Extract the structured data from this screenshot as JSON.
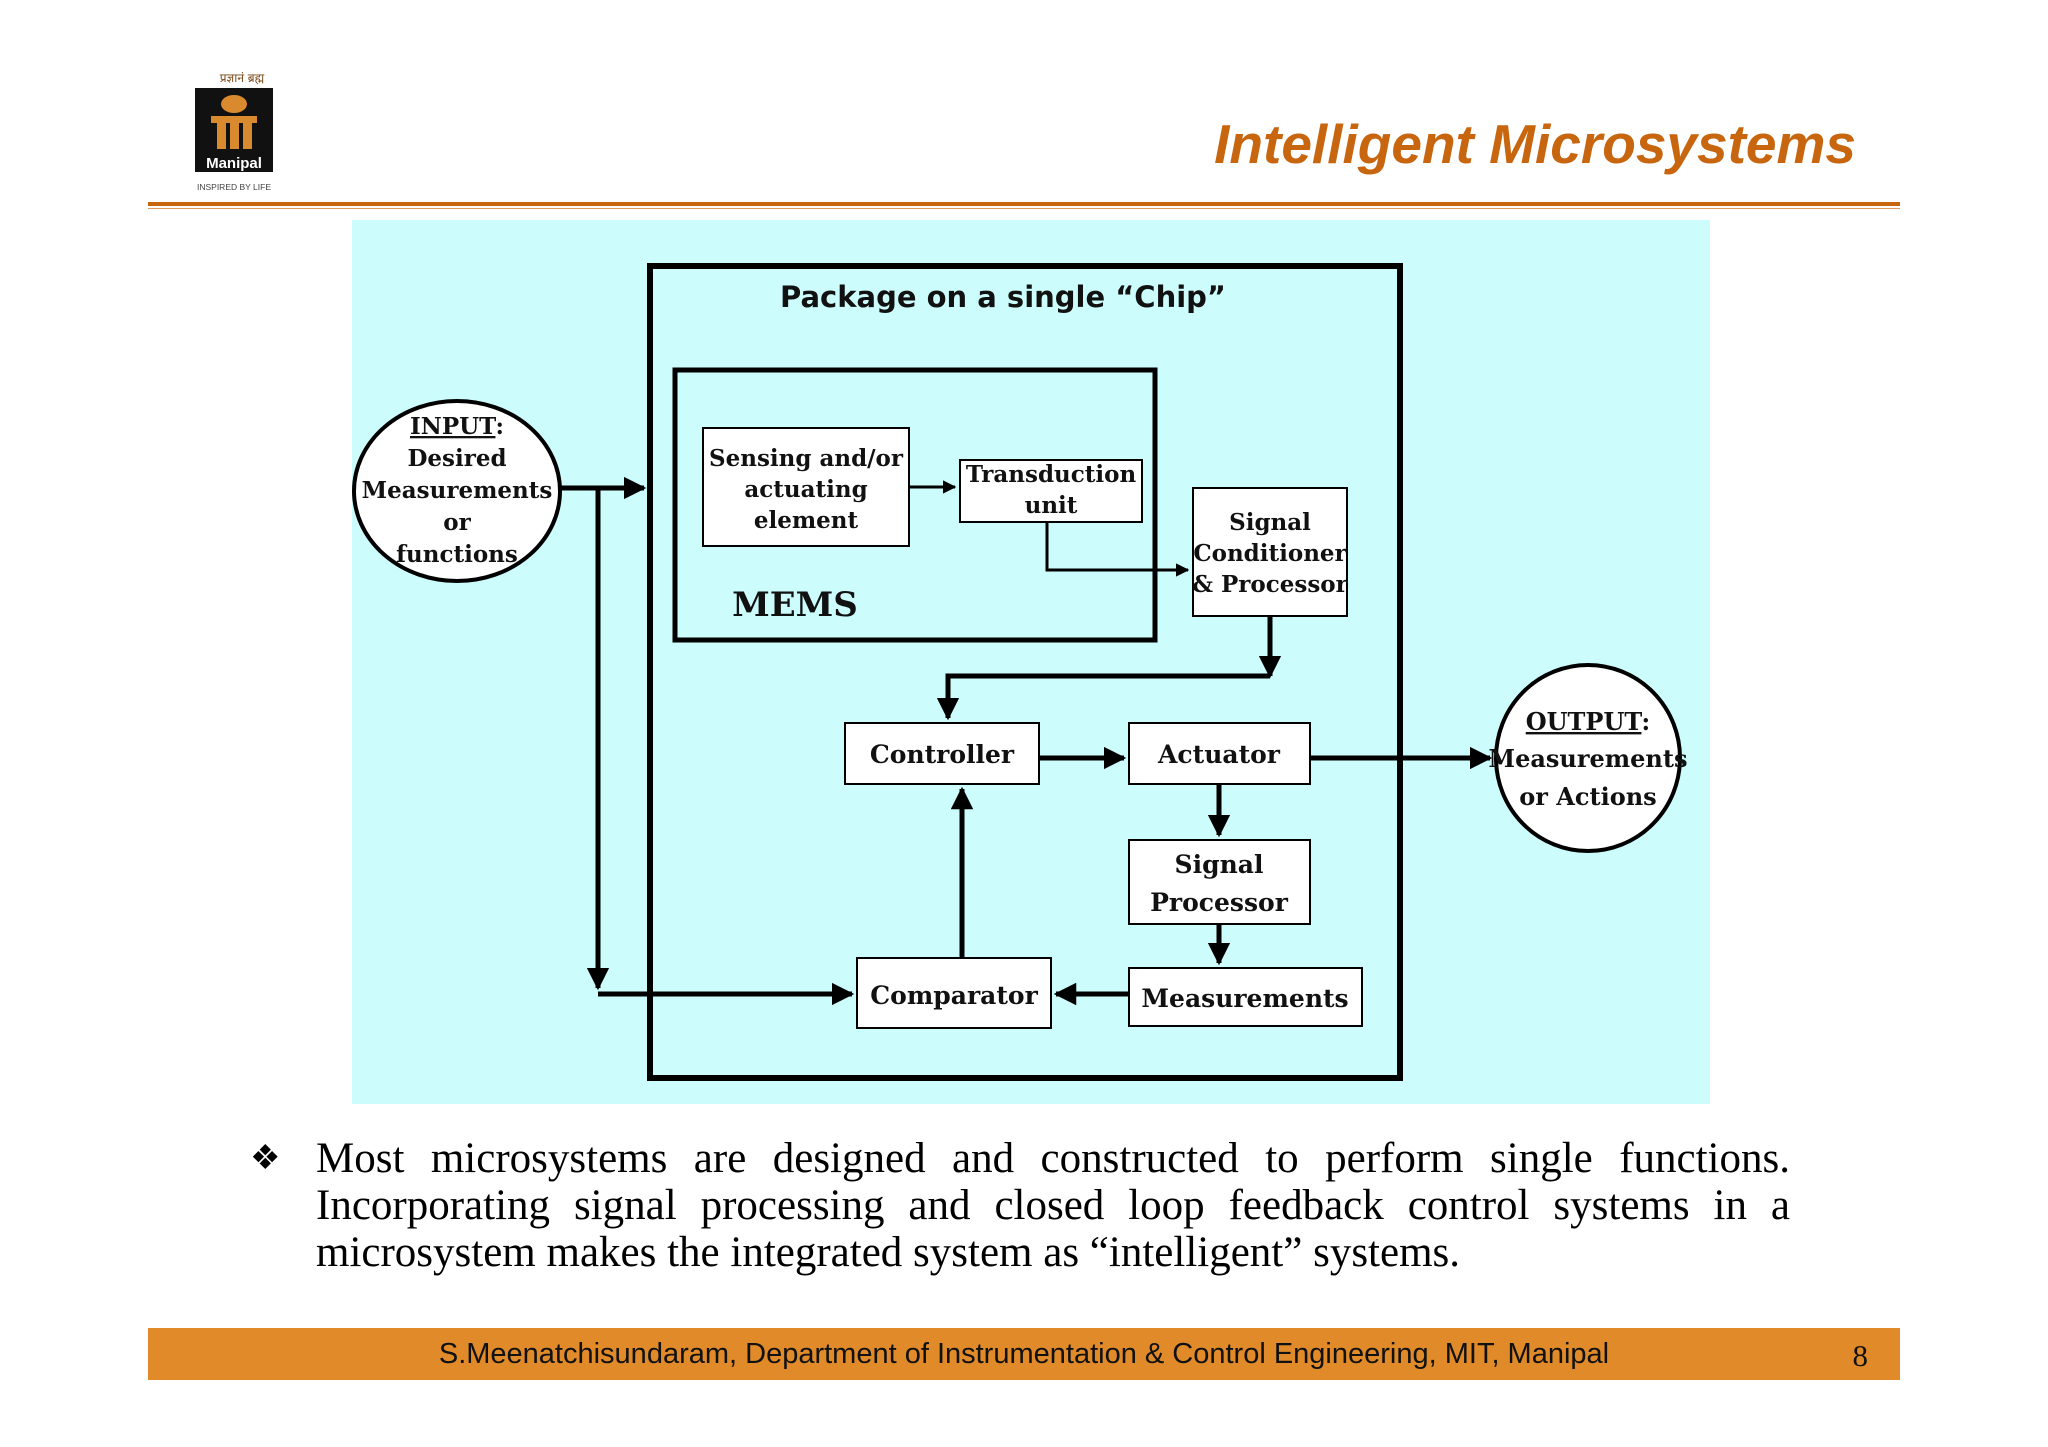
{
  "logo": {
    "top_text": "प्रज्ञानं ब्रह्म",
    "name": "Manipal",
    "tagline": "INSPIRED BY LIFE"
  },
  "slide": {
    "title": "Intelligent Microsystems",
    "page_number": "8"
  },
  "diagram": {
    "package_label": "Package on a single “Chip”",
    "mems_label": "MEMS",
    "input": {
      "heading": "INPUT",
      "colon": ":",
      "lines": [
        "Desired",
        "Measurements",
        "or",
        "functions"
      ]
    },
    "output": {
      "heading": "OUTPUT",
      "colon": ":",
      "lines": [
        "Measurements",
        "or Actions"
      ]
    },
    "sensing": [
      "Sensing and/or",
      "actuating",
      "element"
    ],
    "transduction": [
      "Transduction",
      "unit"
    ],
    "signal_conditioner": [
      "Signal",
      "Conditioner",
      "& Processor"
    ],
    "controller": "Controller",
    "actuator": "Actuator",
    "signal_processor": [
      "Signal",
      "Processor"
    ],
    "comparator": "Comparator",
    "measurements": "Measurements",
    "colors": {
      "background": "#ccfcfc",
      "line": "#000000",
      "box_fill": "#ffffff"
    }
  },
  "bullet": {
    "icon": "❖",
    "text": "Most microsystems are designed and constructed to perform single functions. Incorporating signal processing and closed loop feedback control systems in a microsystem makes the integrated system as “intelligent” systems."
  },
  "footer": {
    "text": "S.Meenatchisundaram, Department of Instrumentation & Control Engineering, MIT, Manipal"
  },
  "colors": {
    "accent": "#c8660f",
    "footer_bar": "#e08a2a"
  }
}
